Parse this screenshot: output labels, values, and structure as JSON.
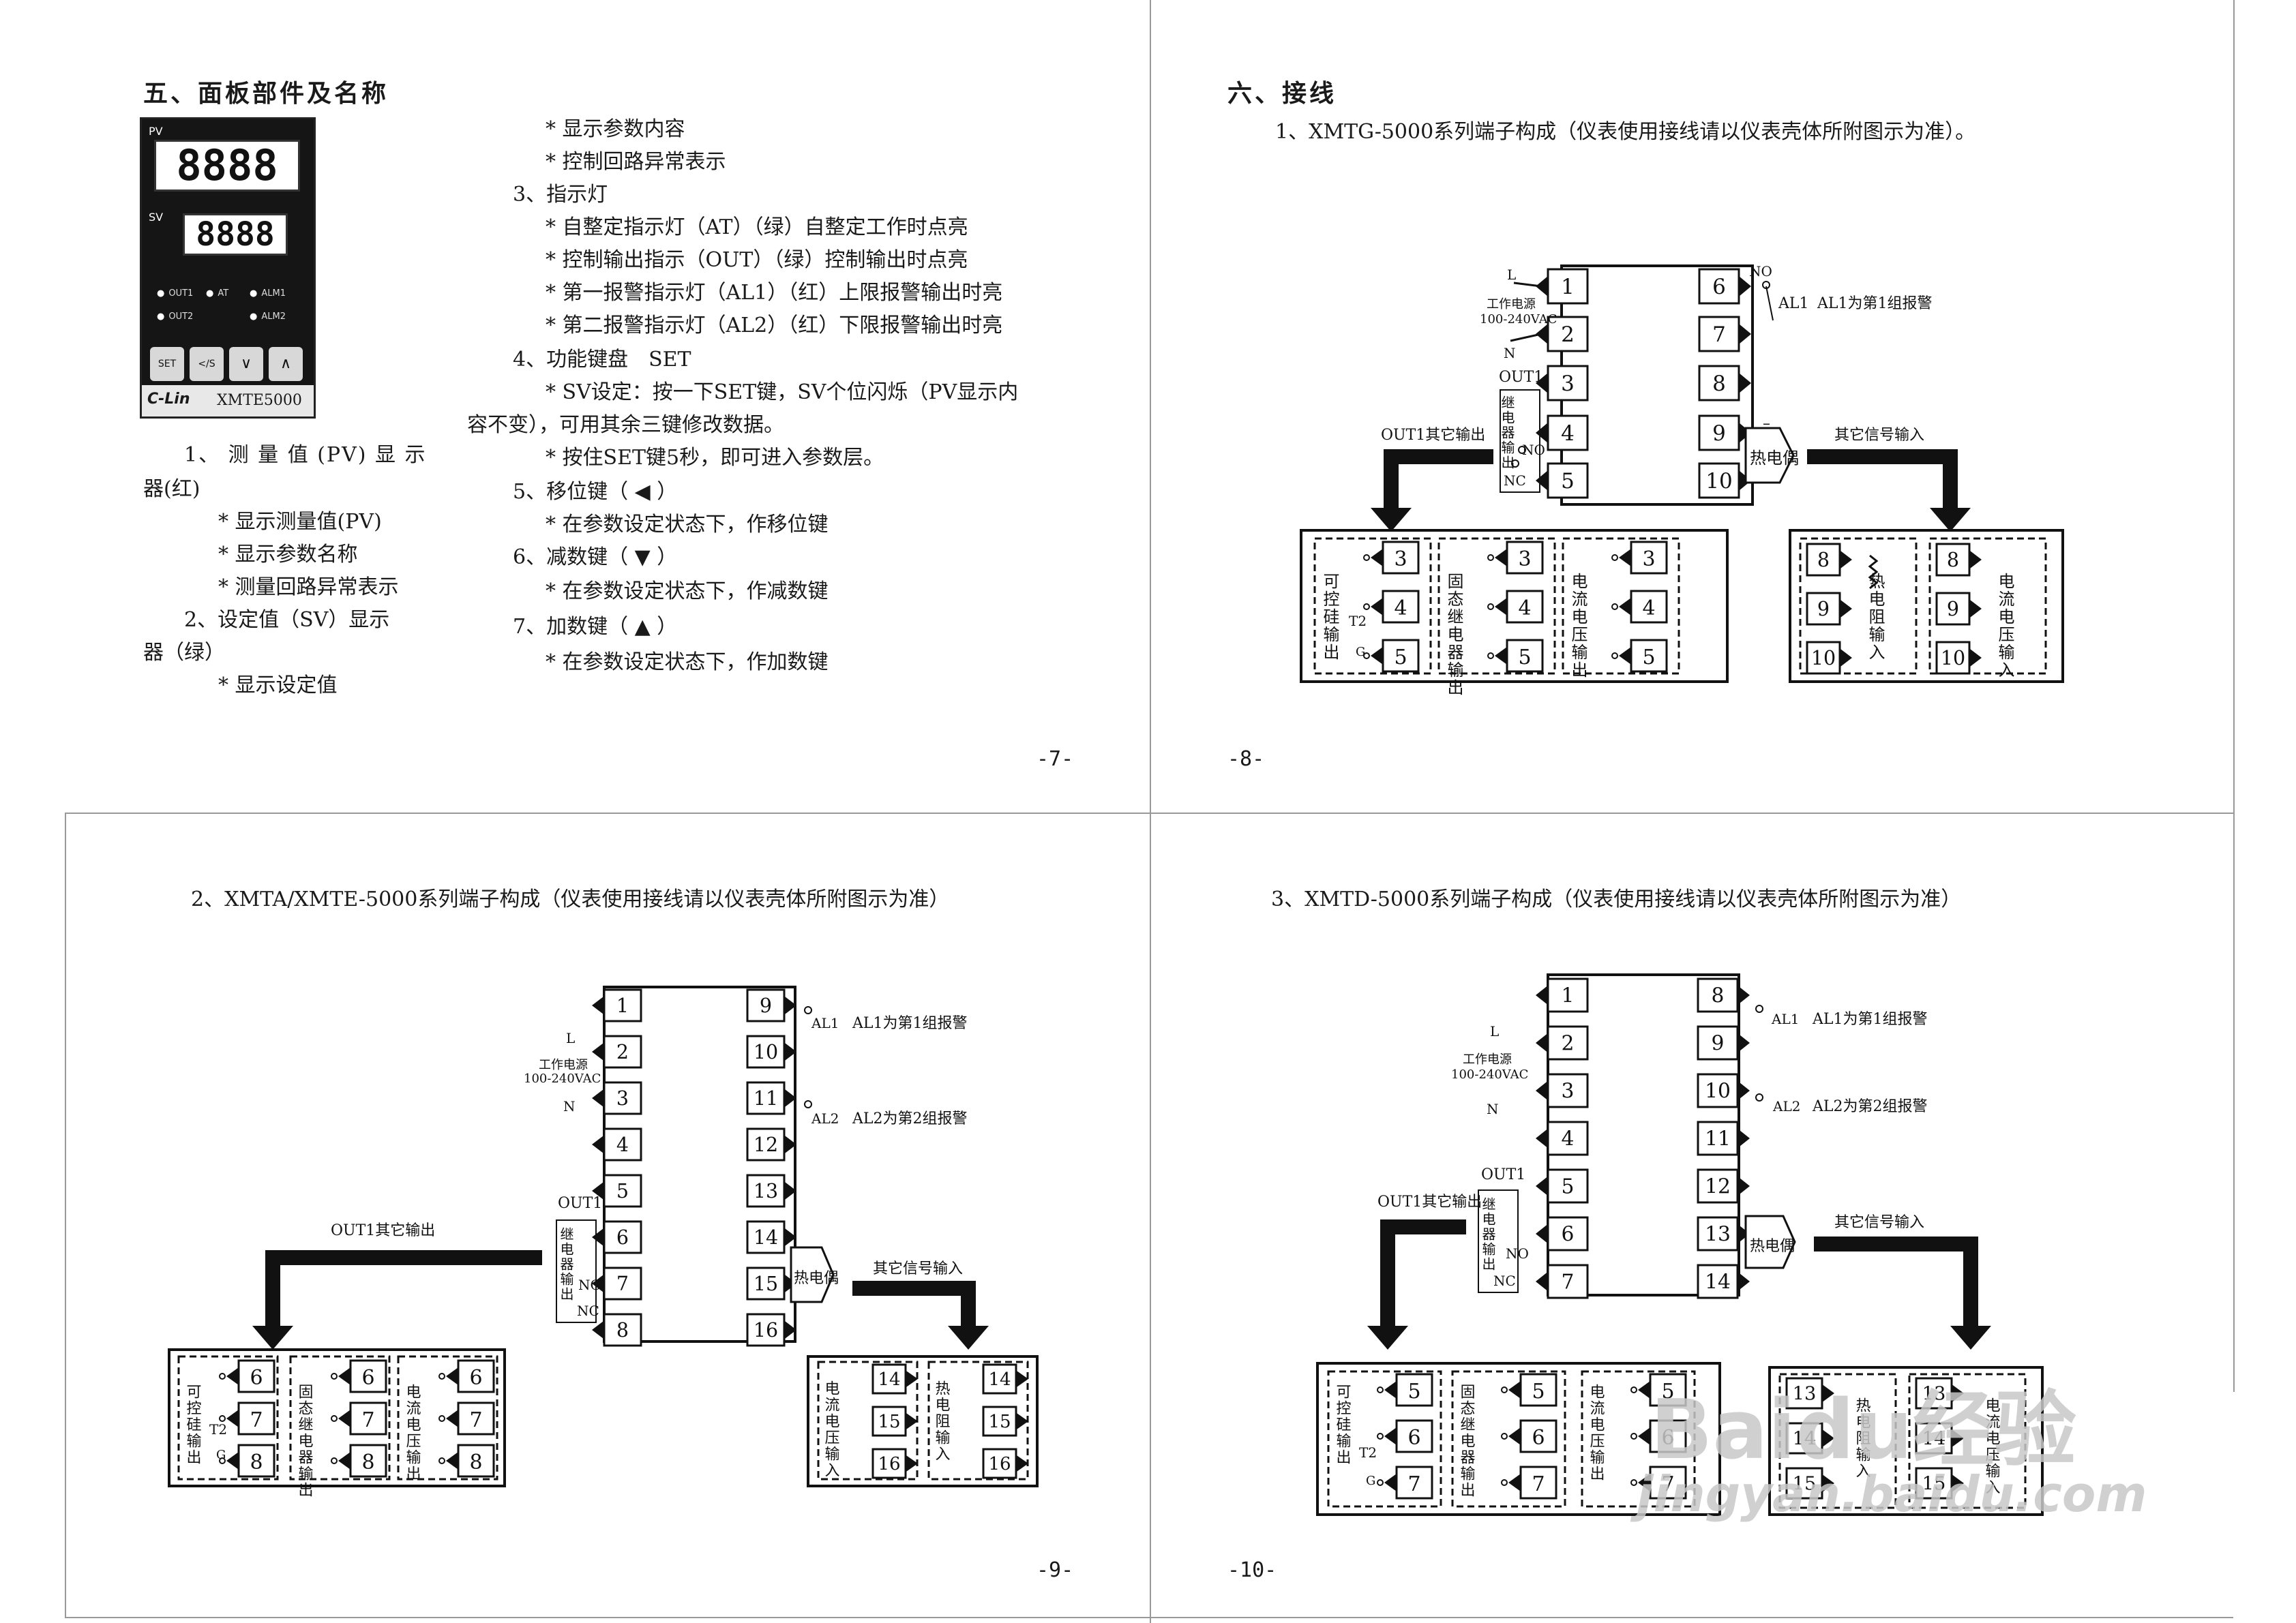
{
  "page7": {
    "heading": "五、面板部件及名称",
    "panel": {
      "pv_label": "PV",
      "pv_value": "8888",
      "sv_label": "SV",
      "sv_value": "8888",
      "leds": [
        "OUT1",
        "AT",
        "ALM1",
        "OUT2",
        "ALM2"
      ],
      "buttons": [
        "SET",
        "</S",
        "∨",
        "∧"
      ],
      "brand": "C-Lin",
      "model": "XMTE5000"
    },
    "left_lines": [
      "1、 测 量 值 (PV) 显 示",
      "器(红)",
      "* 显示测量值(PV)",
      "* 显示参数名称",
      "* 测量回路异常表示",
      "2、设定值（SV）显示",
      "器（绿）",
      "* 显示设定值"
    ],
    "right_lines": [
      "* 显示参数内容",
      "* 控制回路异常表示",
      "3、指示灯",
      "* 自整定指示灯（AT）（绿）自整定工作时点亮",
      "* 控制输出指示（OUT）（绿）控制输出时点亮",
      "* 第一报警指示灯（AL1）（红）上限报警输出时亮",
      "* 第二报警指示灯（AL2）（红）下限报警输出时亮",
      "4、功能键盘　SET",
      "* SV设定：按一下SET键，SV个位闪烁（PV显示内",
      "容不变），可用其余三键修改数据。",
      "* 按住SET键5秒，即可进入参数层。",
      "5、移位键（ ◀ ）",
      "* 在参数设定状态下，作移位键",
      "6、减数键（ ▼ ）",
      "* 在参数设定状态下，作减数键",
      "7、加数键（ ▲ ）",
      "* 在参数设定状态下，作加数键"
    ],
    "page_number": "-7-"
  },
  "page8": {
    "heading": "六、接线",
    "caption": "1、XMTG-5000系列端子构成（仪表使用接线请以仪表壳体所附图示为准）。",
    "left_terms": [
      "1",
      "2",
      "3",
      "4",
      "5"
    ],
    "right_terms": [
      "6",
      "7",
      "8",
      "9",
      "10"
    ],
    "labels": {
      "L": "L",
      "N": "N",
      "power": "工作电源",
      "voltage": "100-240VAC",
      "out1": "OUT1",
      "relay": "继电器输出",
      "no": "NO",
      "nc": "NC",
      "no_right": "NO",
      "al1": "AL1",
      "al1_note": "AL1为第1组报警",
      "out1_other": "OUT1其它输出",
      "other_input": "其它信号输入",
      "thermocouple": "热电偶",
      "minus": "–",
      "plus": "+"
    },
    "out_boxes": [
      {
        "label": "可控硅输出",
        "terms": [
          "3",
          "4",
          "5"
        ],
        "t2": "T2",
        "g": "G"
      },
      {
        "label": "固态继电器输出",
        "terms": [
          "3",
          "4",
          "5"
        ]
      },
      {
        "label": "电流电压输出",
        "terms": [
          "3",
          "4",
          "5"
        ]
      }
    ],
    "in_boxes": [
      {
        "label": "热电阻输入",
        "terms": [
          "8",
          "9",
          "10"
        ]
      },
      {
        "label": "电流电压输入",
        "terms": [
          "8",
          "9",
          "10"
        ]
      }
    ],
    "page_number": "-8-"
  },
  "page9": {
    "caption": "2、XMTA/XMTE-5000系列端子构成（仪表使用接线请以仪表壳体所附图示为准）",
    "left_terms": [
      "1",
      "2",
      "3",
      "4",
      "5",
      "6",
      "7",
      "8"
    ],
    "right_terms": [
      "9",
      "10",
      "11",
      "12",
      "13",
      "14",
      "15",
      "16"
    ],
    "labels": {
      "L": "L",
      "N": "N",
      "power": "工作电源",
      "voltage": "100-240VAC",
      "out1": "OUT1",
      "relay": "继电器输出",
      "no": "NO",
      "nc": "NC",
      "al1": "AL1",
      "al1_note": "AL1为第1组报警",
      "al2": "AL2",
      "al2_note": "AL2为第2组报警",
      "out1_other": "OUT1其它输出",
      "other_input": "其它信号输入",
      "thermocouple": "热电偶"
    },
    "out_boxes": [
      {
        "label": "可控硅输出",
        "terms": [
          "6",
          "7",
          "8"
        ],
        "t2": "T2",
        "g": "G"
      },
      {
        "label": "固态继电器输出",
        "terms": [
          "6",
          "7",
          "8"
        ]
      },
      {
        "label": "电流电压输出",
        "terms": [
          "6",
          "7",
          "8"
        ]
      }
    ],
    "in_boxes": [
      {
        "label": "电流电压输入",
        "terms": [
          "14",
          "15",
          "16"
        ]
      },
      {
        "label": "热电阻输入",
        "terms": [
          "14",
          "15",
          "16"
        ]
      }
    ],
    "page_number": "-9-"
  },
  "page10": {
    "caption": "3、XMTD-5000系列端子构成（仪表使用接线请以仪表壳体所附图示为准）",
    "left_terms": [
      "1",
      "2",
      "3",
      "4",
      "5",
      "6",
      "7"
    ],
    "right_terms": [
      "8",
      "9",
      "10",
      "11",
      "12",
      "13",
      "14"
    ],
    "labels": {
      "L": "L",
      "N": "N",
      "power": "工作电源",
      "voltage": "100-240VAC",
      "out1": "OUT1",
      "relay": "继电器输出",
      "no": "NO",
      "nc": "NC",
      "al1": "AL1",
      "al1_note": "AL1为第1组报警",
      "al2": "AL2",
      "al2_note": "AL2为第2组报警",
      "out1_other": "OUT1其它输出",
      "other_input": "其它信号输入",
      "thermocouple": "热电偶"
    },
    "out_boxes": [
      {
        "label": "可控硅输出",
        "terms": [
          "5",
          "6",
          "7"
        ],
        "t2": "T2",
        "g": "G"
      },
      {
        "label": "固态继电器输出",
        "terms": [
          "5",
          "6",
          "7"
        ]
      },
      {
        "label": "电流电压输出",
        "terms": [
          "5",
          "6",
          "7"
        ]
      }
    ],
    "in_boxes": [
      {
        "label": "热电阻输入",
        "terms": [
          "13",
          "14",
          "15"
        ]
      },
      {
        "label": "电流电压输入",
        "terms": [
          "13",
          "14",
          "15"
        ]
      }
    ],
    "page_number": "-10-",
    "watermark": "Baidu经验",
    "watermark_url": "jingyan.baidu.com"
  }
}
